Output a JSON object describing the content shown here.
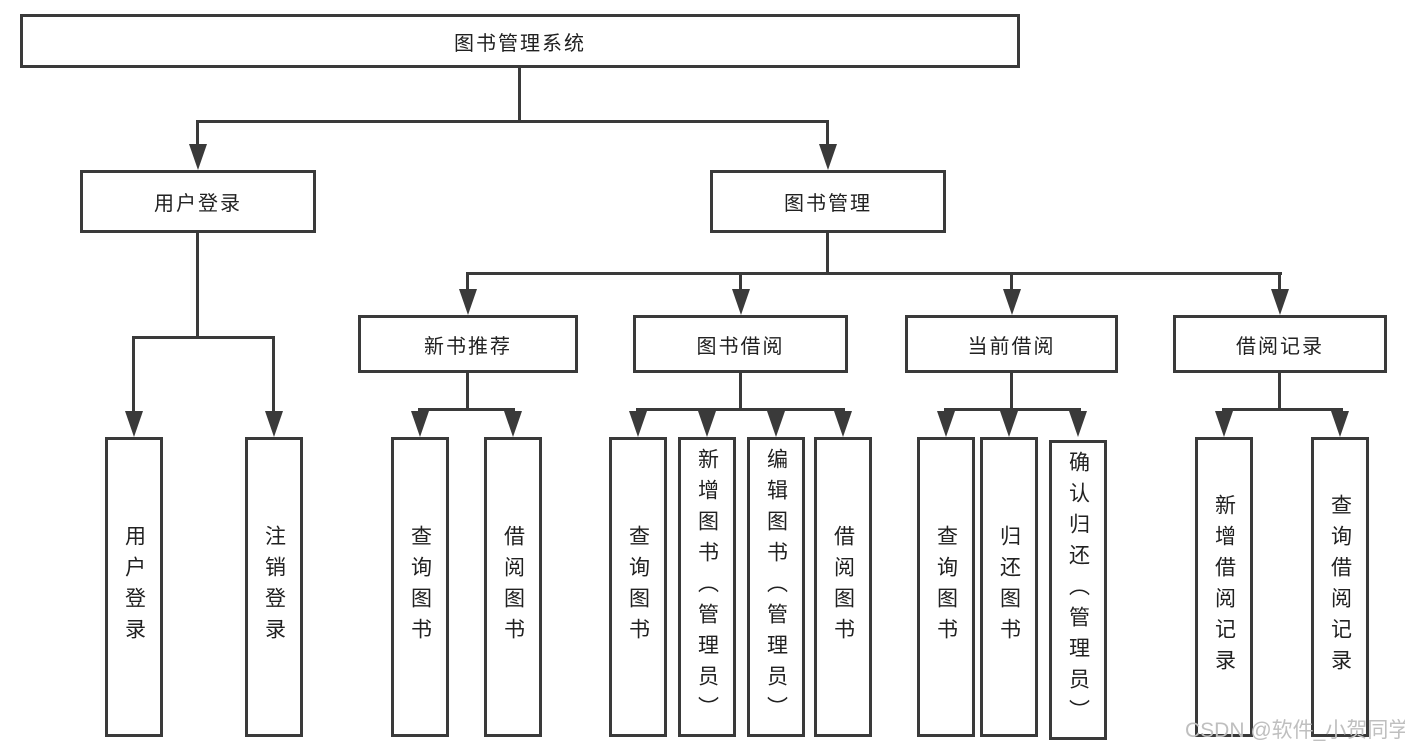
{
  "tree": {
    "label": "图书管理系统",
    "children": [
      {
        "label": "用户登录",
        "children": [
          {
            "label": "用户登录"
          },
          {
            "label": "注销登录"
          }
        ]
      },
      {
        "label": "图书管理",
        "children": [
          {
            "label": "新书推荐",
            "children": [
              {
                "label": "查询图书"
              },
              {
                "label": "借阅图书"
              }
            ]
          },
          {
            "label": "图书借阅",
            "children": [
              {
                "label": "查询图书"
              },
              {
                "label": "新增图书（管理员）"
              },
              {
                "label": "编辑图书（管理员）"
              },
              {
                "label": "借阅图书"
              }
            ]
          },
          {
            "label": "当前借阅",
            "children": [
              {
                "label": "查询图书"
              },
              {
                "label": "归还图书"
              },
              {
                "label": "确认归还（管理员）"
              }
            ]
          },
          {
            "label": "借阅记录",
            "children": [
              {
                "label": "新增借阅记录"
              },
              {
                "label": "查询借阅记录"
              }
            ]
          }
        ]
      }
    ]
  },
  "watermark": "CSDN @软件_小贺同学",
  "colors": {
    "line": "#3a3a3a",
    "text": "#212121",
    "watermark": "#bfbfbf",
    "background": "#ffffff"
  }
}
